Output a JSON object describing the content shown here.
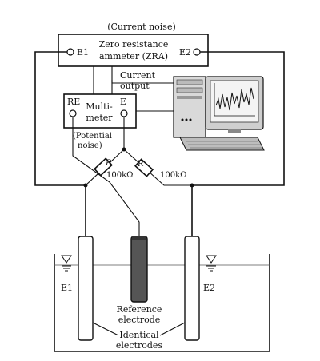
{
  "labels": {
    "current_noise": "(Current noise)",
    "zra_line1": "Zero resistance",
    "zra_line2": "ammeter (ZRA)",
    "zra_e1": "E1",
    "zra_e2": "E2",
    "current_output_line1": "Current",
    "current_output_line2": "output",
    "mm_re": "RE",
    "mm_e": "E",
    "mm_line1": "Multi-",
    "mm_line2": "meter",
    "potential_noise_line1": "(Potential",
    "potential_noise_line2": "noise)",
    "r_left": "R",
    "r_right": "R",
    "r_left_value": "100kΩ",
    "r_right_value": "100kΩ",
    "electrode_e1": "E1",
    "electrode_e2": "E2",
    "reference_line1": "Reference",
    "reference_line2": "electrode",
    "identical_line1": "Identical",
    "identical_line2": "electrodes"
  },
  "icons": {
    "computer": "computer-with-noise-plot-icon",
    "water_level_left": "water-level-icon",
    "water_level_right": "water-level-icon",
    "ground_e1": "terminal-icon",
    "ground_e2": "terminal-icon"
  }
}
